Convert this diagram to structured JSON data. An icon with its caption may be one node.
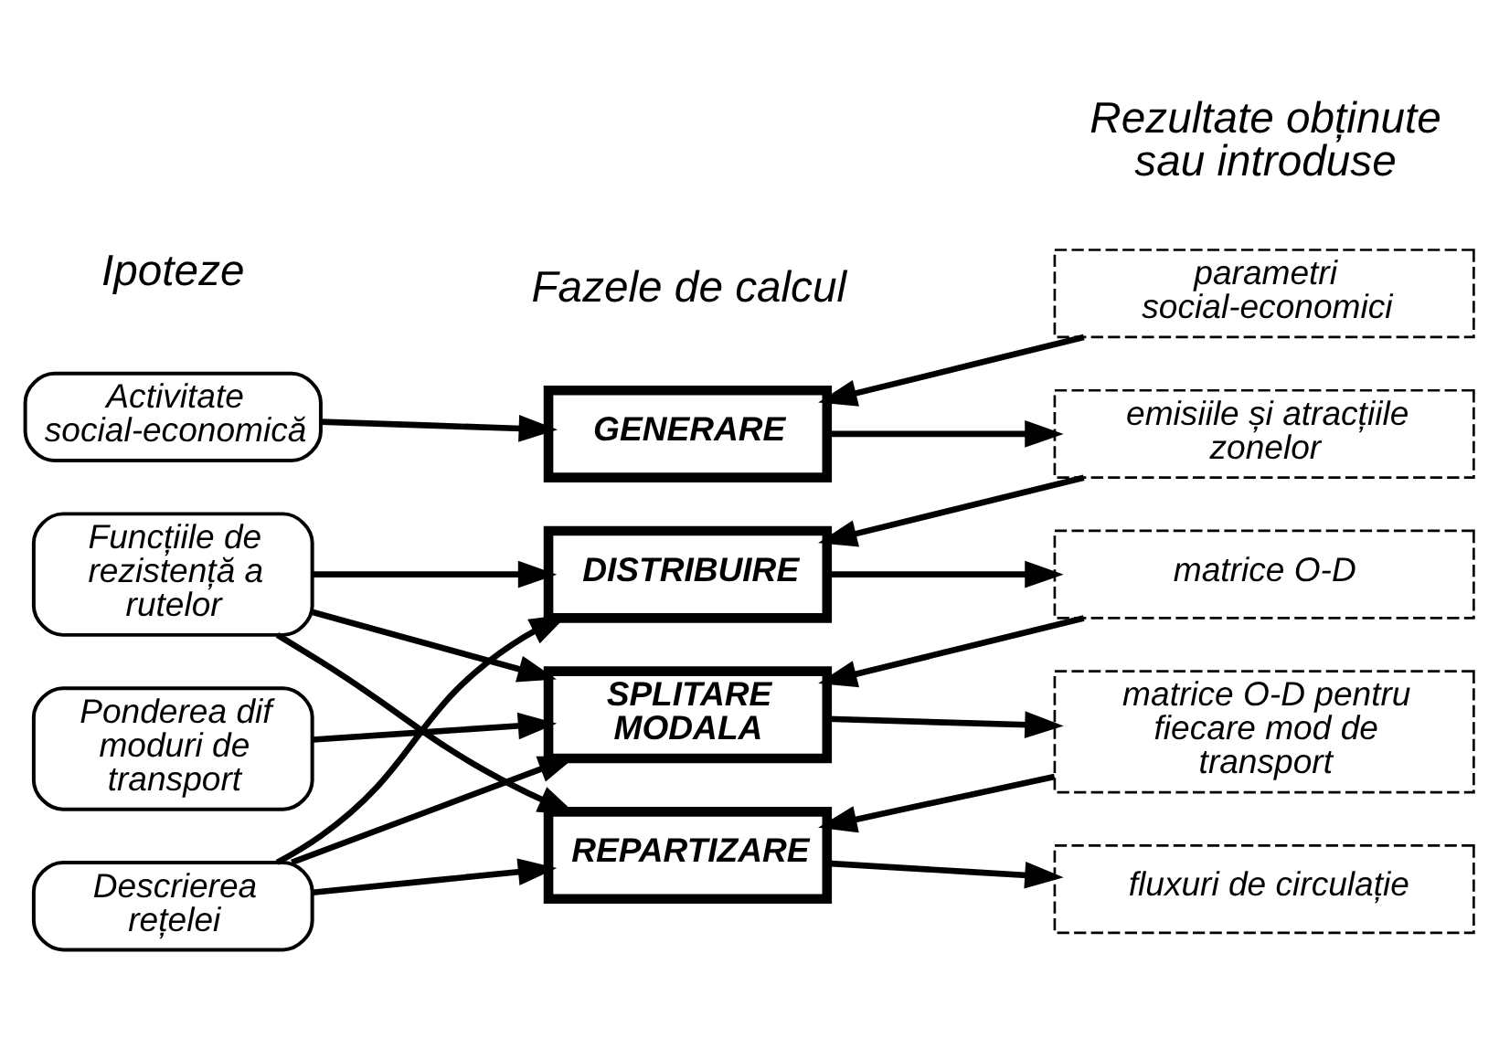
{
  "diagram": {
    "nodes": [
      {
        "text": [
          "Activitate social-economică"
        ]
      },
      {
        "text": [
          "Funcțiile de rezistență a rutelor"
        ]
      },
      {
        "text": [
          "Ponderea dif moduri de transport"
        ]
      },
      {
        "text": [
          "Descrierea rețelei"
        ]
      },
      {
        "text": [
          "GENERARE"
        ]
      },
      {
        "text": [
          "DISTRIBUIRE"
        ]
      },
      {
        "text": [
          "SPLITARE MODALA"
        ]
      },
      {
        "text": [
          "REPARTIZARE"
        ]
      },
      {
        "text": [
          "parametri social-economici"
        ]
      },
      {
        "text": [
          "emisiile și atracțiile zonelor"
        ]
      },
      {
        "text": [
          "matrice O-D"
        ]
      },
      {
        "text": [
          "matrice O-D pentru fiecare mod de transport"
        ]
      },
      {
        "text": [
          "fluxuri de circulație"
        ]
      }
    ],
    "edges": [
      {
        "from": 0,
        "to": 4,
        "arrow": "to"
      },
      {
        "from": 8,
        "to": 4,
        "arrow": "to"
      },
      {
        "from": 4,
        "to": 9,
        "arrow": "to"
      },
      {
        "from": 9,
        "to": 5,
        "arrow": "to"
      },
      {
        "from": 1,
        "to": 5,
        "arrow": "to"
      },
      {
        "from": 1,
        "to": 6,
        "arrow": "to"
      },
      {
        "from": 1,
        "to": 7,
        "arrow": "to"
      },
      {
        "from": 2,
        "to": 6,
        "arrow": "to"
      },
      {
        "from": 3,
        "to": 5,
        "arrow": "to"
      },
      {
        "from": 3,
        "to": 6,
        "arrow": "to"
      },
      {
        "from": 3,
        "to": 7,
        "arrow": "to"
      },
      {
        "from": 5,
        "to": 10,
        "arrow": "to"
      },
      {
        "from": 10,
        "to": 6,
        "arrow": "to"
      },
      {
        "from": 6,
        "to": 11,
        "arrow": "to"
      },
      {
        "from": 11,
        "to": 7,
        "arrow": "to"
      },
      {
        "from": 7,
        "to": 12,
        "arrow": "to"
      }
    ],
    "labels": [
      "Ipoteze",
      "Fazele de calcul",
      "Rezultate obținute sau introduse"
    ]
  }
}
